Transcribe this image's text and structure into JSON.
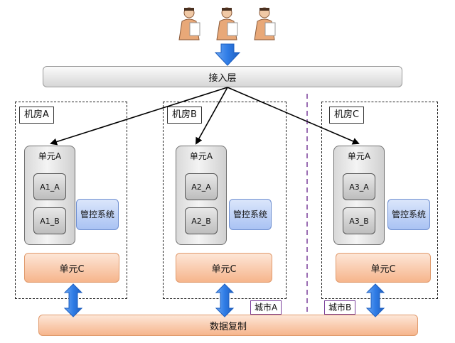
{
  "access_layer": {
    "label": "接入层"
  },
  "rooms": [
    {
      "label": "机房A",
      "unit_a": {
        "title": "单元A",
        "shards": [
          "A1_A",
          "A1_B"
        ]
      },
      "mgmt": "管控系统",
      "unit_c": "单元C"
    },
    {
      "label": "机房B",
      "unit_a": {
        "title": "单元A",
        "shards": [
          "A2_A",
          "A2_B"
        ]
      },
      "mgmt": "管控系统",
      "unit_c": "单元C"
    },
    {
      "label": "机房C",
      "unit_a": {
        "title": "单元A",
        "shards": [
          "A3_A",
          "A3_B"
        ]
      },
      "mgmt": "管控系统",
      "unit_c": "单元C"
    }
  ],
  "cities": [
    "城市A",
    "城市B"
  ],
  "replication": {
    "label": "数据复制"
  },
  "colors": {
    "arrow_blue": "#2f7ce6",
    "unit_c": "#f6b58c",
    "mgmt": "#a9c2f3",
    "city_border": "#7a3f9a"
  }
}
